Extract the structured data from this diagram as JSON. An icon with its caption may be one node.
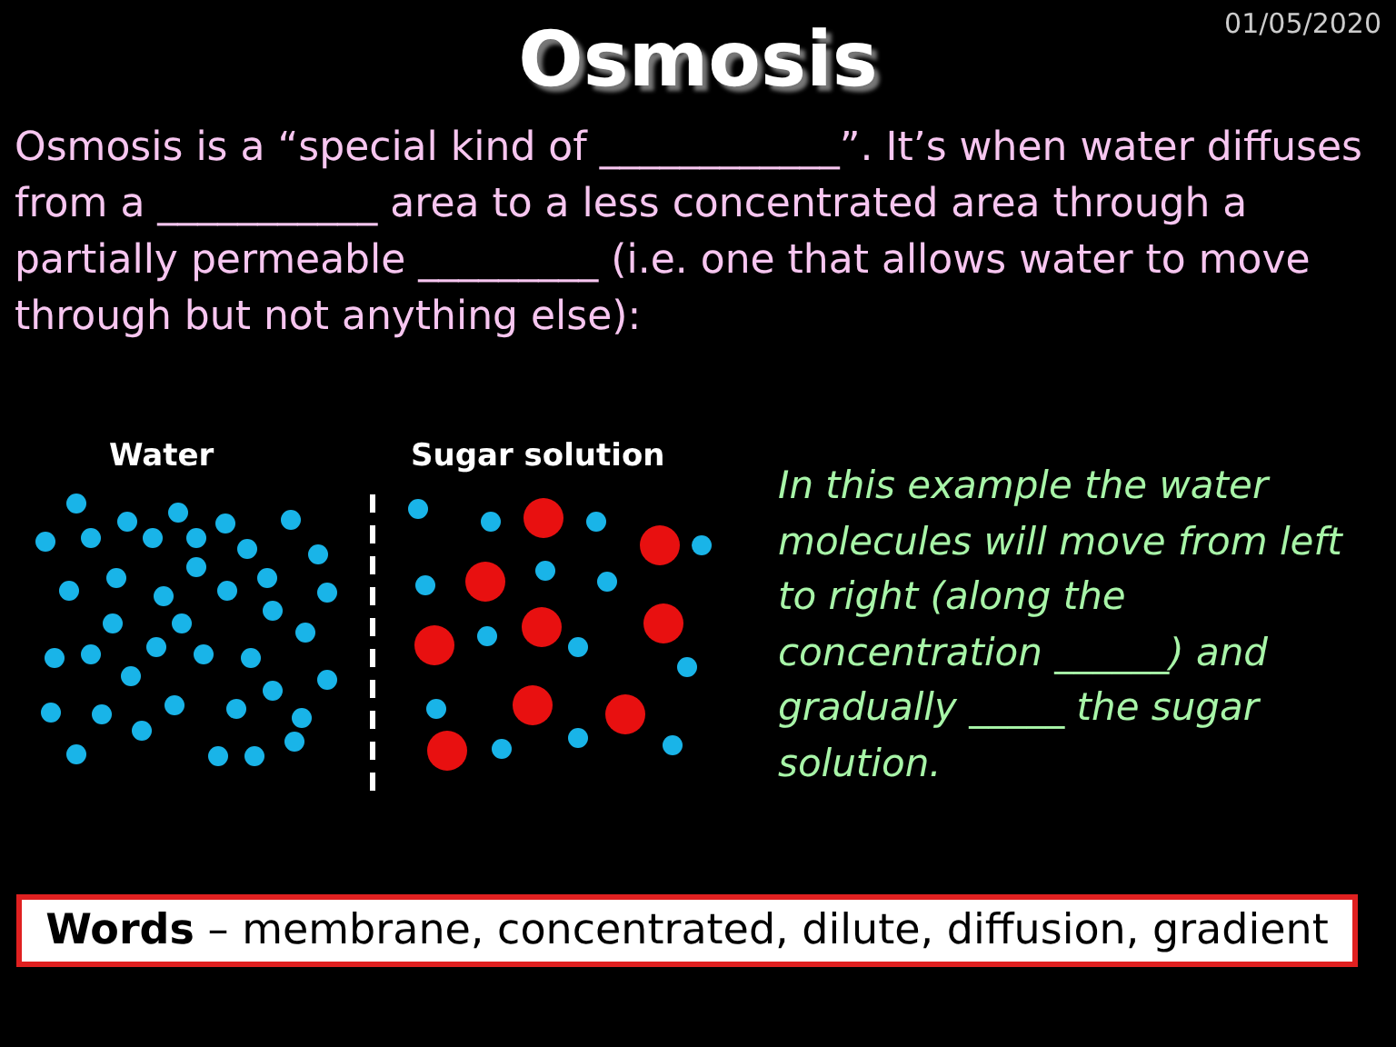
{
  "diagram": {
    "title": "Osmosis",
    "nodes": [
      {
        "text": [
          "**Words** – membrane, concentrated, dilute, diffusion, gradient"
        ]
      }
    ],
    "labels": [
      "01/05/2020",
      "Osmosis is a “special kind of ____________”.  It’s when water diffuses from a ___________ area to a less concentrated area through a partially permeable _________ (i.e. one that allows water to move through but not anything else):",
      "Water",
      "Sugar solution",
      "In this example the water molecules will move from left to right (along the concentration ______) and gradually _____ the sugar solution."
    ]
  }
}
